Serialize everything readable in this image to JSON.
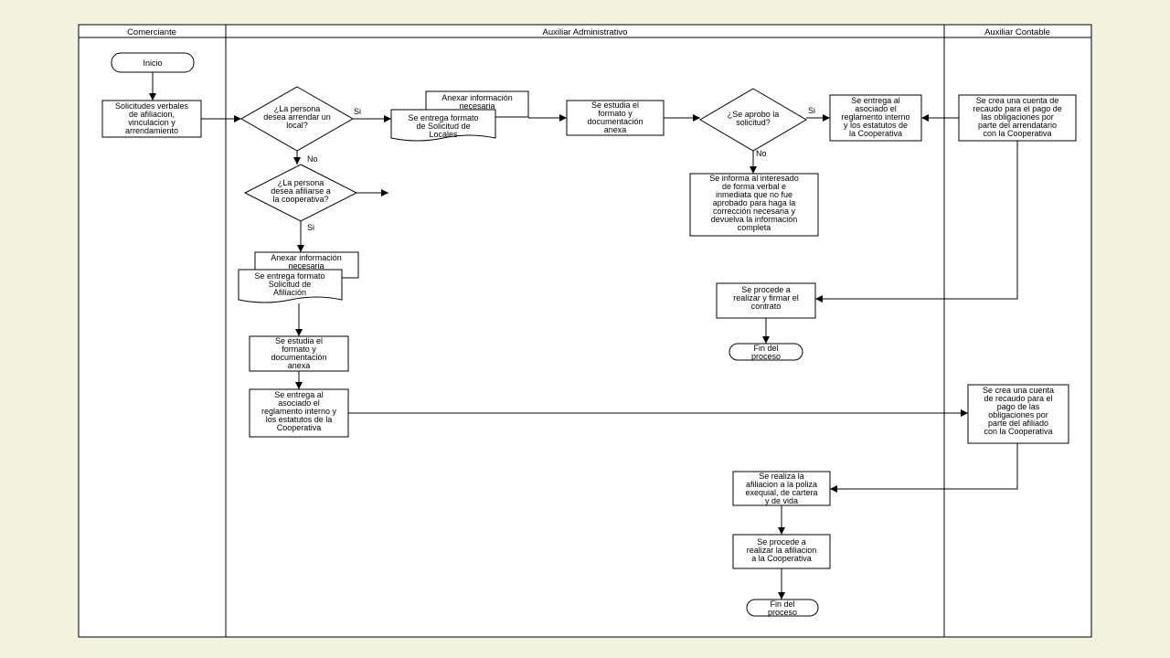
{
  "lanes": {
    "comerciante": "Comerciante",
    "auxiliar_administrativo": "Auxiliar Administrativo",
    "auxiliar_contable": "Auxiliar Contable"
  },
  "nodes": {
    "inicio": [
      "Inicio"
    ],
    "solicitudes": [
      "Solicitudes verbales",
      "de afiliacion,",
      "vinculacion y",
      "arrendamiento"
    ],
    "decision_arrendar": [
      "¿La persona",
      "desea arrendar un",
      "local?"
    ],
    "anexar_locales": [
      "Anexar información",
      "necesaria"
    ],
    "formato_locales": [
      "Se entrega formato",
      "de Solicitud de",
      "Locales"
    ],
    "estudia_locales": [
      "Se estudia el",
      "formato  y",
      "documentación",
      "anexa"
    ],
    "decision_aprobo": [
      "¿Se aprobo la",
      "solicitud?"
    ],
    "entrega_reglamento_locales": [
      "Se entrega al",
      "asociado el",
      "reglamento interno",
      "y los estatutos de",
      "la Cooperativa"
    ],
    "cuenta_arrendatario": [
      "Se crea una cuenta de",
      "recaudo para el pago de",
      "las obligaciones por",
      "parte del arrendatario",
      "con la Cooperativa"
    ],
    "informa_interesado": [
      "Se informa al interesado",
      "de forma verbal e",
      "inmediata que no fue",
      "aprobado para haga la",
      "corrección necesaria y",
      "devuelva la información",
      "completa"
    ],
    "decision_afiliarse": [
      "¿La persona",
      "desea afiliarse a",
      "la cooperativa?"
    ],
    "anexar_afiliacion": [
      "Anexar información",
      "necesaria"
    ],
    "formato_afiliacion": [
      "Se entrega formato",
      "Solicitud de",
      "Afiliación"
    ],
    "estudia_afiliacion": [
      "Se estudia el",
      "formato  y",
      "documentación",
      "anexa"
    ],
    "entrega_reglamento_afiliacion": [
      "Se entrega al",
      "asociado el",
      "reglamento interno y",
      "los estatutos de la",
      "Cooperativa"
    ],
    "cuenta_afiliado": [
      "Se crea una cuenta",
      "de recaudo para el",
      "pago de las",
      "obligaciones por",
      "parte del afiliado",
      "con la Cooperativa"
    ],
    "contrato": [
      "Se procede a",
      "realizar y firmar el",
      "contrato"
    ],
    "fin_1": [
      "Fin del",
      "proceso"
    ],
    "poliza": [
      "Se realiza la",
      "afiliacion a la poliza",
      "exequial, de cartera",
      "y de vida"
    ],
    "realizar_afiliacion": [
      "Se procede a",
      "realizar la afiliacion",
      "a la Cooperativa"
    ],
    "fin_2": [
      "Fin del",
      "proceso"
    ]
  },
  "edge_labels": {
    "si_arrendar": "Si",
    "no_arrendar": "No",
    "si_aprobo": "Si",
    "no_aprobo": "No",
    "si_afiliarse": "Si"
  }
}
